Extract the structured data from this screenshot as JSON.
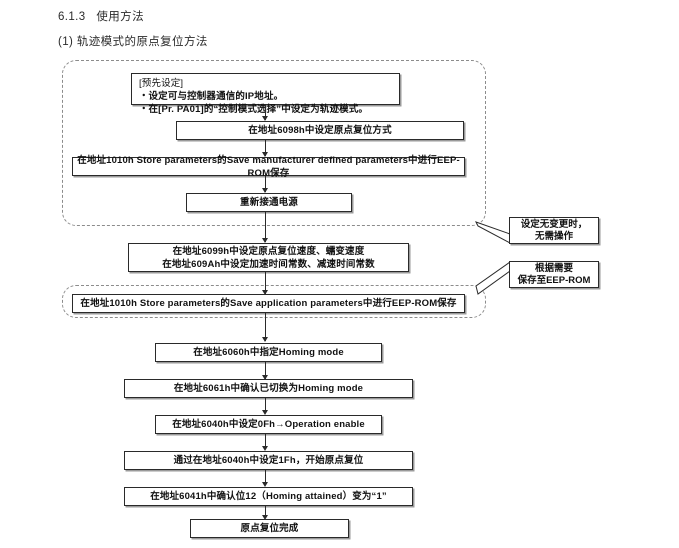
{
  "document": {
    "section_number": "6.1.3",
    "section_title": "使用方法",
    "subsection_title": "(1) 轨迹模式的原点复位方法"
  },
  "flowchart": {
    "type": "flowchart",
    "preset_note": {
      "title": "[预先设定]",
      "bullets": [
        "设定可与控制器通信的IP地址。",
        "在[Pr. PA01]的“控制模式选择”中设定为轨迹模式。"
      ],
      "bullet_glyph": "・"
    },
    "steps": [
      {
        "id": "step-homing-method",
        "text": "在地址6098h中设定原点复位方式"
      },
      {
        "id": "step-save-manufacturer",
        "text": "在地址1010h Store parameters的Save manufacturer defined parameters中进行EEP-ROM保存"
      },
      {
        "id": "step-power-cycle",
        "text": "重新接通电源"
      },
      {
        "id": "step-speeds",
        "line1": "在地址6099h中设定原点复位速度、蠕变速度",
        "line2": "在地址609Ah中设定加速时间常数、减速时间常数"
      },
      {
        "id": "step-save-application",
        "text": "在地址1010h Store parameters的Save application parameters中进行EEP-ROM保存"
      },
      {
        "id": "step-set-homing-mode",
        "text": "在地址6060h中指定Homing mode"
      },
      {
        "id": "step-confirm-homing-mode",
        "text": "在地址6061h中确认已切换为Homing mode"
      },
      {
        "id": "step-operation-enable",
        "text": "在地址6040h中设定0Fh→Operation enable"
      },
      {
        "id": "step-start-homing",
        "text": "通过在地址6040h中设定1Fh，开始原点复位"
      },
      {
        "id": "step-confirm-attained",
        "text": "在地址6041h中确认位12（Homing attained）变为“1”"
      },
      {
        "id": "step-complete",
        "text": "原点复位完成"
      }
    ],
    "callouts": [
      {
        "id": "callout-no-change",
        "line1": "设定无变更时，",
        "line2": "无需操作"
      },
      {
        "id": "callout-as-needed",
        "line1": "根据需要",
        "line2": "保存至EEP-ROM"
      }
    ],
    "colors": {
      "line": "#2a2a2a",
      "dashed_group": "#8c8c8c",
      "box_fill": "#ffffff",
      "shadow": "#9a9a9a",
      "text": "#111111"
    }
  }
}
